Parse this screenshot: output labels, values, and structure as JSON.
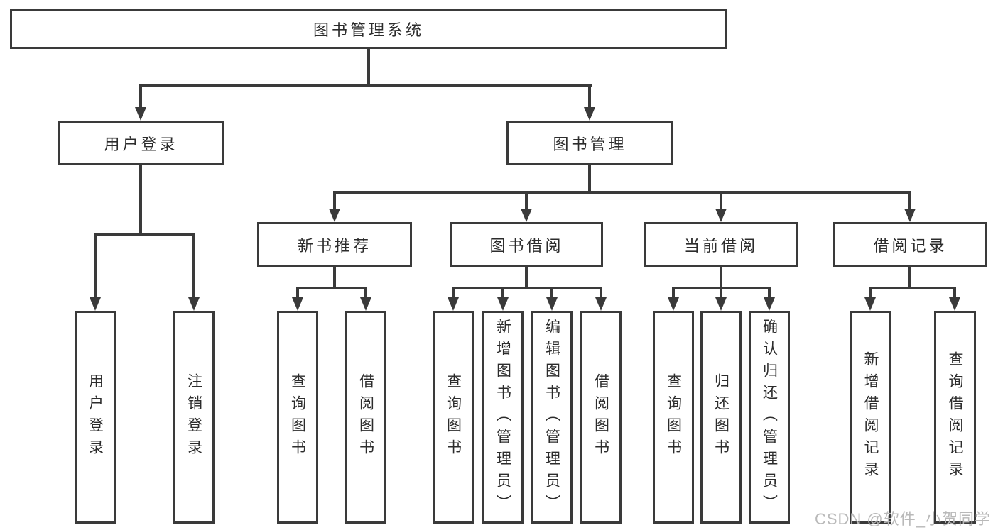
{
  "diagram": {
    "title": "图书管理系统",
    "user_login": {
      "label": "用户登录",
      "leaves": [
        "用户登录",
        "注销登录"
      ]
    },
    "book_mgmt": {
      "label": "图书管理",
      "groups": [
        {
          "label": "新书推荐",
          "leaves": [
            "查询图书",
            "借阅图书"
          ]
        },
        {
          "label": "图书借阅",
          "leaves": [
            "查询图书",
            "新增图书（管理员）",
            "编辑图书（管理员）",
            "借阅图书"
          ]
        },
        {
          "label": "当前借阅",
          "leaves": [
            "查询图书",
            "归还图书",
            "确认归还（管理员）"
          ]
        },
        {
          "label": "借阅记录",
          "leaves": [
            "新增借阅记录",
            "查询借阅记录"
          ]
        }
      ]
    }
  },
  "watermark": "CSDN @软件_小贺同学",
  "colors": {
    "line": "#3a3a3a",
    "text": "#2c2c2c",
    "watermark": "#b9b9b9",
    "background": "#ffffff"
  }
}
